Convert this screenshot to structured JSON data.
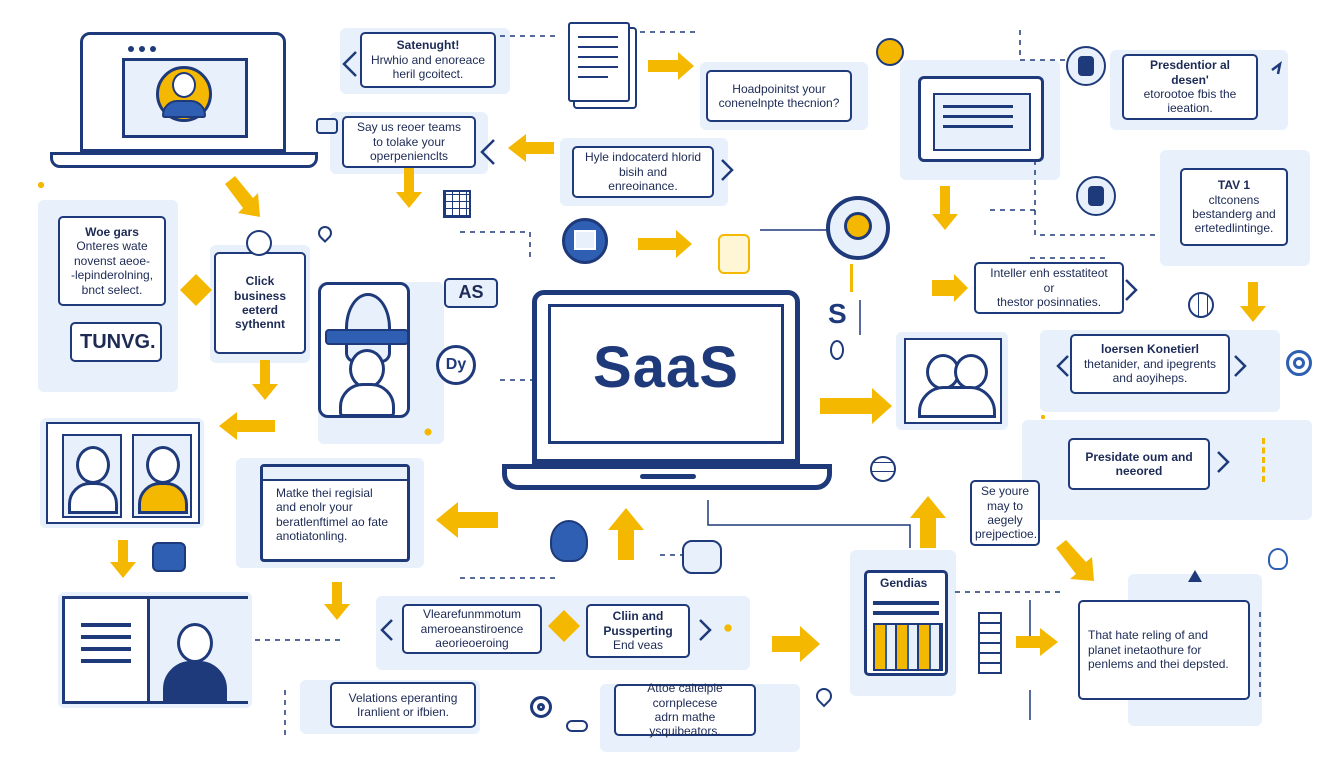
{
  "center": {
    "title": "SaaS"
  },
  "cards": {
    "top_bubble": {
      "line1": "Satenught!",
      "line2": "Hrwhio and enoreace",
      "line3": "heril gcoitect."
    },
    "say_us": {
      "line1": "Say us reoer teams",
      "line2": "to tolake your",
      "line3": "operpenienclts"
    },
    "hoadpoint": {
      "line1": "Hoadpoinitst your",
      "line2": "conenelnpte thecnion?"
    },
    "hyle": {
      "line1": "Hyle indocaterd hlorid",
      "line2": "bisih and",
      "line3": "enreoinance."
    },
    "woe_gars": {
      "line1": "Woe gars",
      "line2": "Onteres wate",
      "line3": "novenst aeoe-",
      "line4": "-lepinderolning,",
      "line5": "bnct select."
    },
    "tunvg": {
      "text": "TUNVG."
    },
    "click": {
      "line1": "Click",
      "line2": "business",
      "line3": "eeterd",
      "line4": "sythennt"
    },
    "as_tag": {
      "text": "AS"
    },
    "dy": {
      "text": "Dy"
    },
    "matke": {
      "line1": "Matke thei regisial",
      "line2": "and enolr your",
      "line3": "beratlenftimel ao fate",
      "line4": "anotiatonling."
    },
    "president_top": {
      "line1": "Presdentior al desen'",
      "line2": "etorootoe fbis the",
      "line3": "ieeation."
    },
    "tiv": {
      "line1": "TAV 1",
      "line2": "cltconens",
      "line3": "bestanderg and",
      "line4": "ertetedlintinge."
    },
    "inteller": {
      "line1": "Inteller enh esstatiteot or",
      "line2": "thestor posinnaties."
    },
    "ioersen": {
      "line1": "loersen Konetierl",
      "line2": "thetanider, and ipegrents",
      "line3": "and aoyiheps."
    },
    "presidate": {
      "line1": "Presidate oum and",
      "line2": "neeored"
    },
    "se_youre": {
      "line1": "Se youre",
      "line2": "may to",
      "line3": "aegely",
      "line4": "prejpectioe."
    },
    "vlear": {
      "line1": "Vlearefunmmotum",
      "line2": "ameroeanstiroence",
      "line3": "aeorieoeroing"
    },
    "cliin": {
      "line1": "Cliin and",
      "line2": "Pussperting",
      "line3": "End veas"
    },
    "velations": {
      "line1": "Velations eperanting",
      "line2": "Iranlient or ifbien."
    },
    "attoe": {
      "line1": "Attoe calteiple",
      "line2": "cornplecese",
      "line3": "adrn mathe ysquibeators."
    },
    "gendias": {
      "text": "Gendias"
    },
    "that_hate": {
      "line1": "That hate reling of and",
      "line2": "planet inetaothure for",
      "line3": "penlems and thei depsted."
    }
  },
  "icon_letters": {
    "s_letter": "S"
  },
  "colors": {
    "navy": "#1f3a7a",
    "blue": "#2f5fb3",
    "light_panel": "#e8f1fb",
    "accent_yellow": "#f5b800",
    "white": "#ffffff"
  },
  "icons": [
    "laptop-icon",
    "user-avatar-icon",
    "document-stack-icon",
    "robot-head-icon",
    "database-icon",
    "rocket-person-icon",
    "people-icon",
    "grid-icon",
    "globe-icon",
    "location-pin-icon",
    "cloud-icon",
    "spark-icon",
    "phone-icon",
    "scroll-icon"
  ]
}
